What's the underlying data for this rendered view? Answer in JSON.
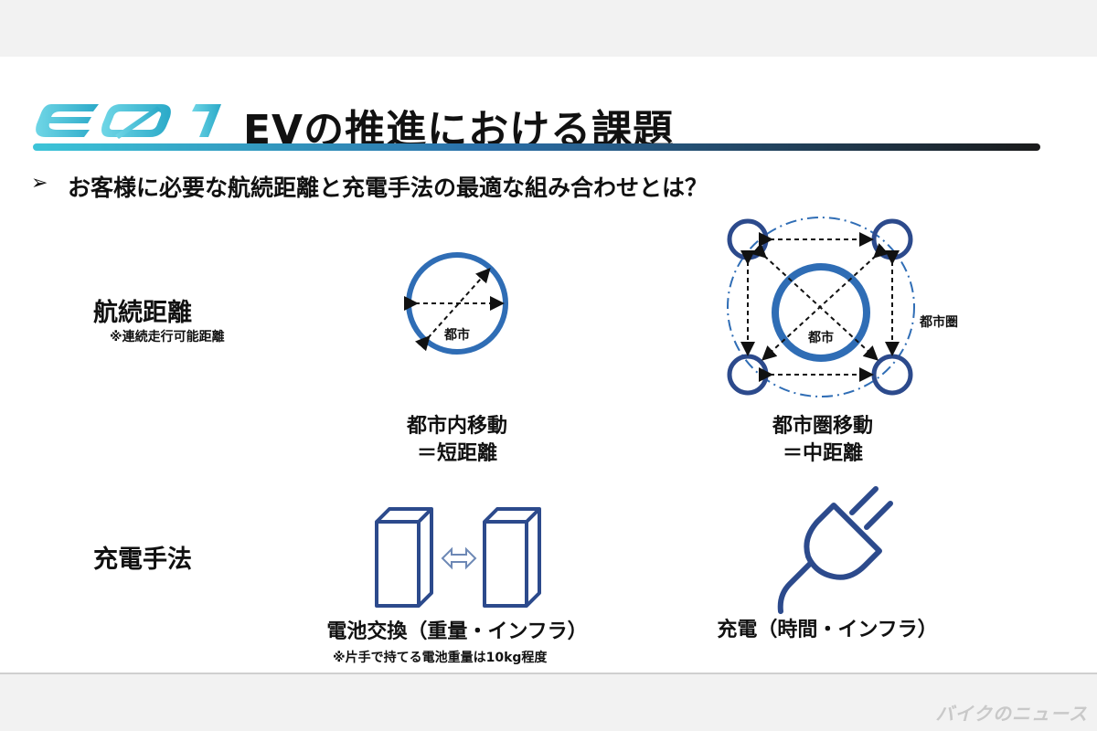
{
  "header": {
    "logo": "EØ1",
    "title": "EVの推進における課題"
  },
  "bullet": {
    "symbol": "➢",
    "text": "お客様に必要な航続距離と充電手法の最適な組み合わせとは？"
  },
  "rows": {
    "range": {
      "label": "航続距離",
      "note": "※連続走行可能距離"
    },
    "charging": {
      "label": "充電手法"
    }
  },
  "city": {
    "circle_label": "都市",
    "caption_line1": "都市内移動",
    "caption_line2": "＝短距離"
  },
  "metro": {
    "center_label": "都市",
    "area_label": "都市圏",
    "caption_line1": "都市圏移動",
    "caption_line2": "＝中距離"
  },
  "swap": {
    "caption": "電池交換（重量・インフラ）",
    "note": "※片手で持てる電池重量は10kg程度"
  },
  "plug": {
    "caption": "充電（時間・インフラ）"
  },
  "watermark": "バイクのニュース",
  "colors": {
    "accent_blue": "#2f6db5",
    "dark_blue": "#2c4a8c",
    "logo_cyan": "#3cc4d8"
  }
}
